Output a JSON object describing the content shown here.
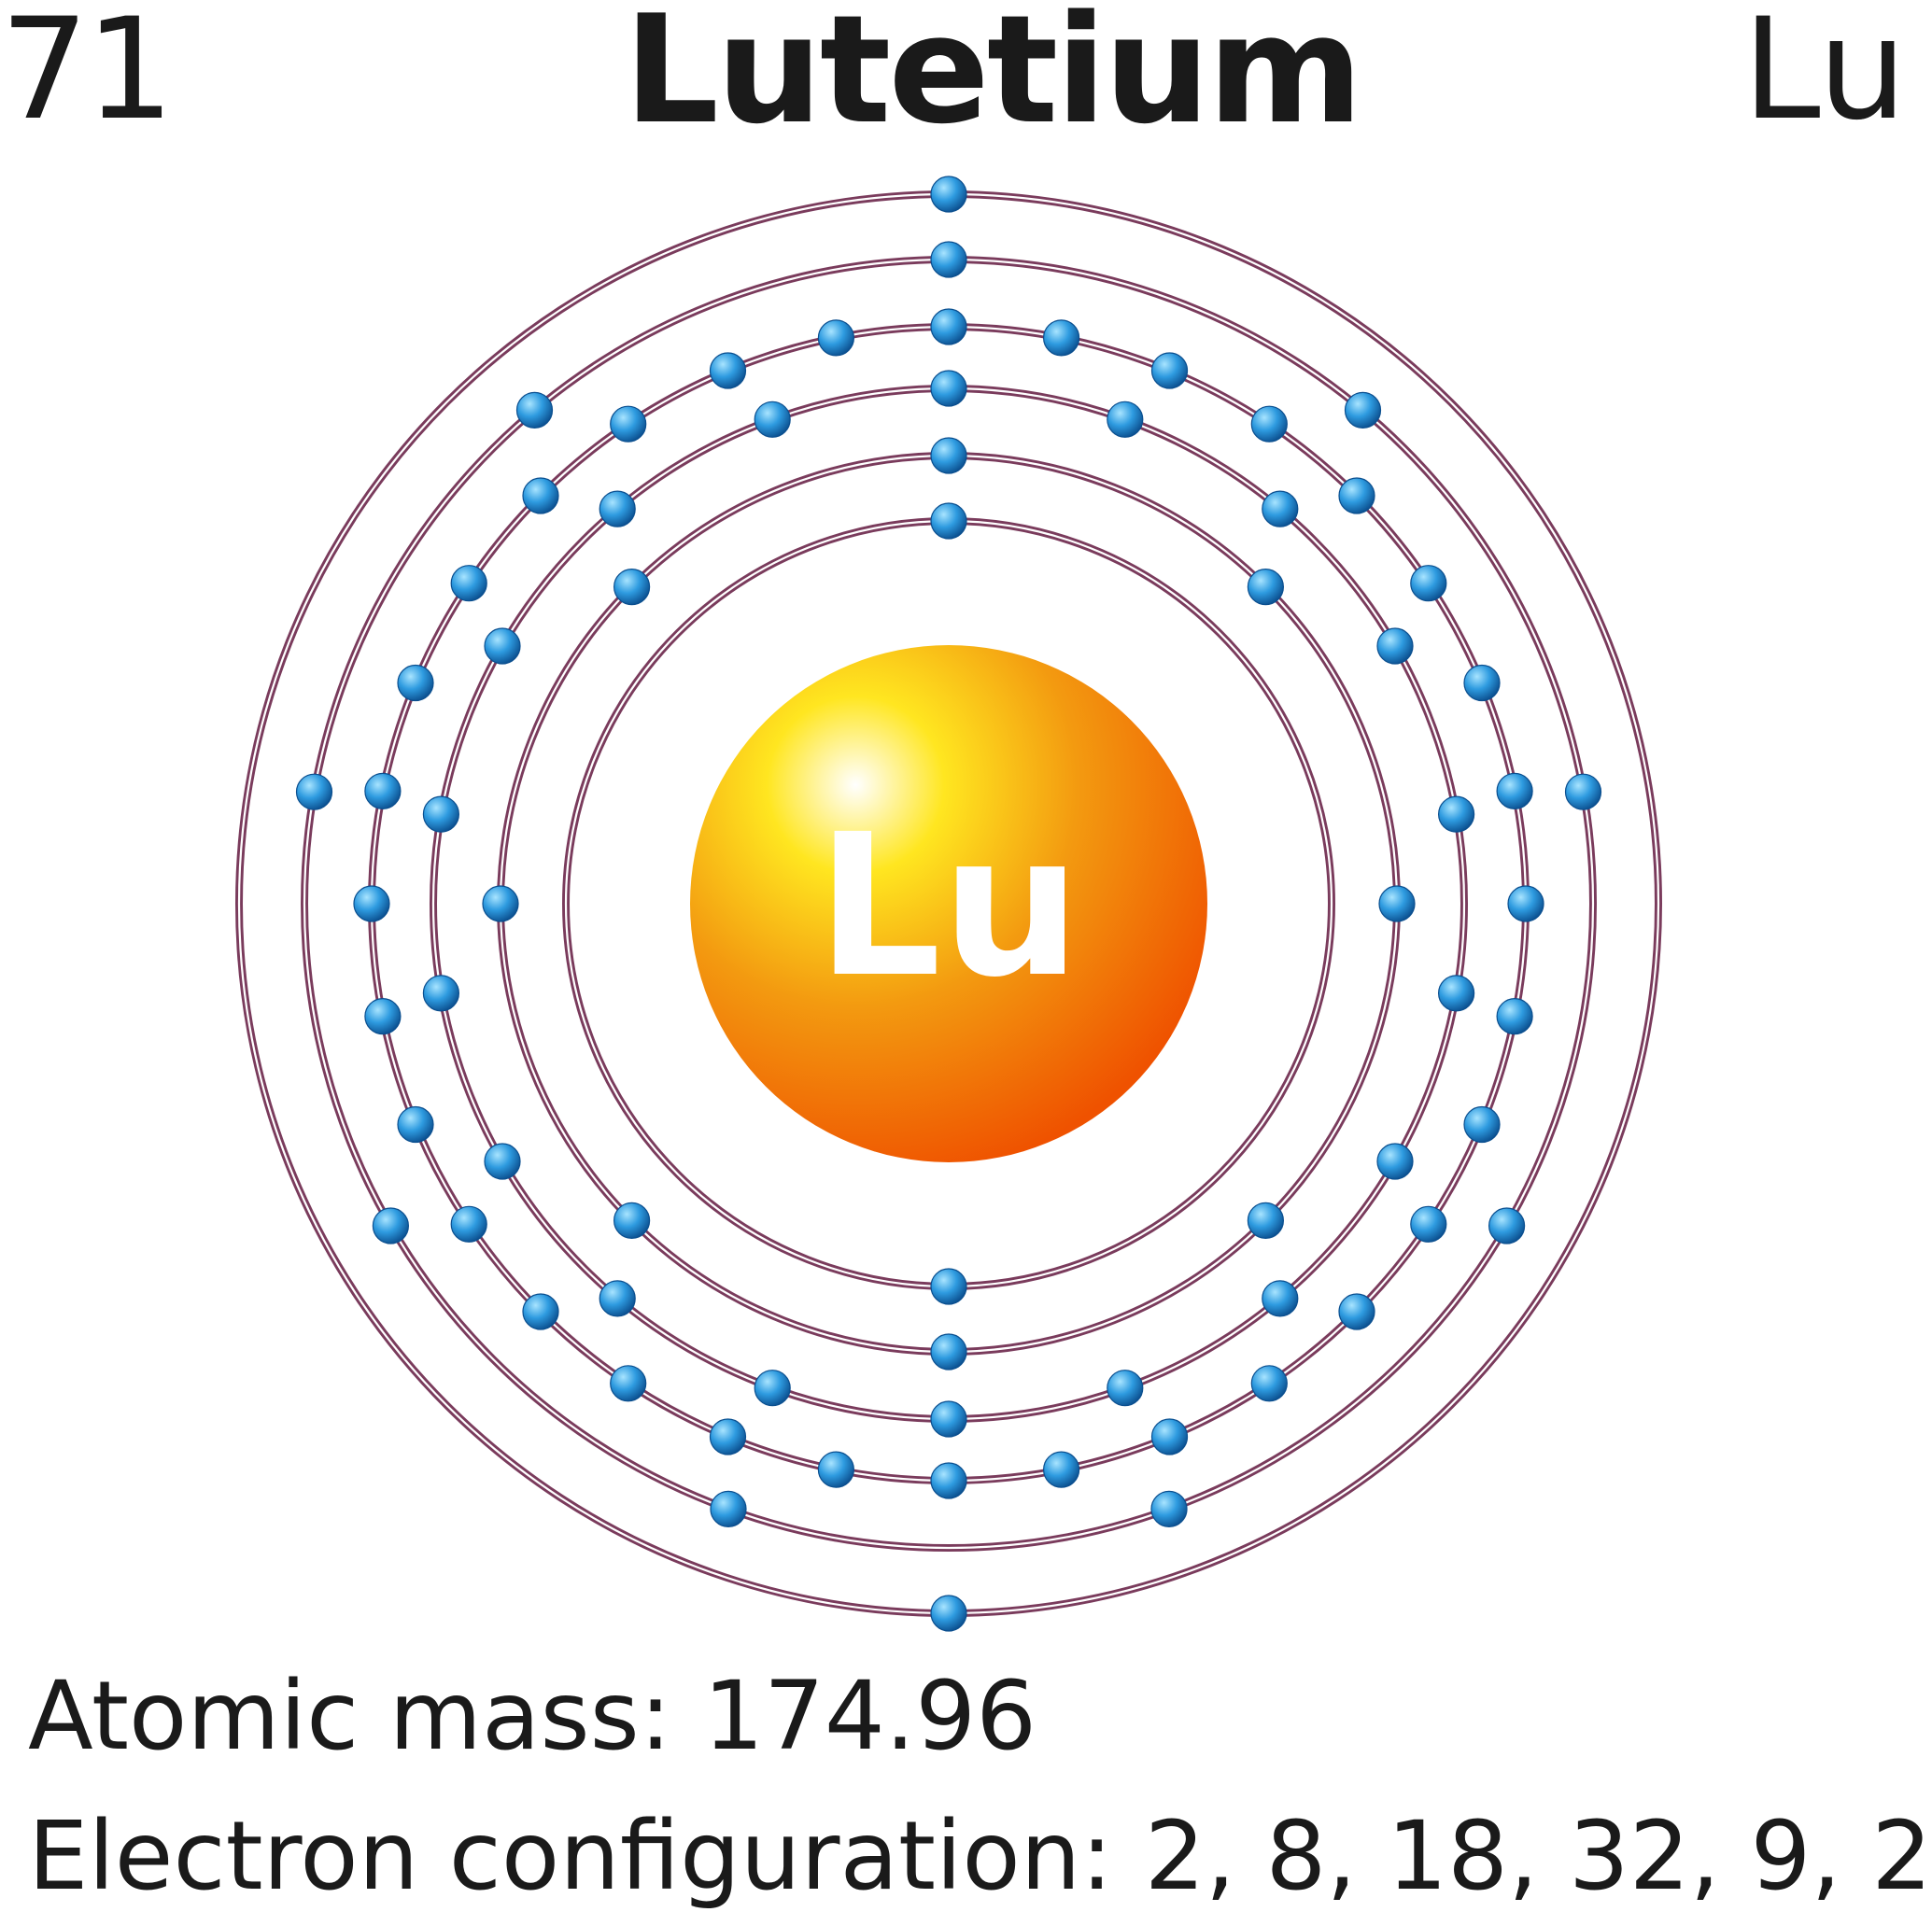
{
  "element": {
    "atomic_number": "71",
    "name": "Lutetium",
    "symbol": "Lu",
    "nucleus_label": "Lu"
  },
  "info": {
    "mass_label": "Atomic mass:",
    "mass_value": "174.96",
    "config_label": "Electron configuration:",
    "config_value": "2, 8, 18, 32, 9, 2"
  },
  "shells": [
    2,
    8,
    18,
    32,
    9,
    2
  ],
  "colors": {
    "orbit": "#7a3b5c",
    "electron_light": "#a8e4ff",
    "electron_mid": "#2e9be0",
    "electron_dark": "#0b4f8f",
    "nucleus_highlight": "#ffffff",
    "nucleus_yellow": "#ffe620",
    "nucleus_orange": "#f39a10",
    "nucleus_red": "#ef5200",
    "text": "#1a1a1a"
  }
}
